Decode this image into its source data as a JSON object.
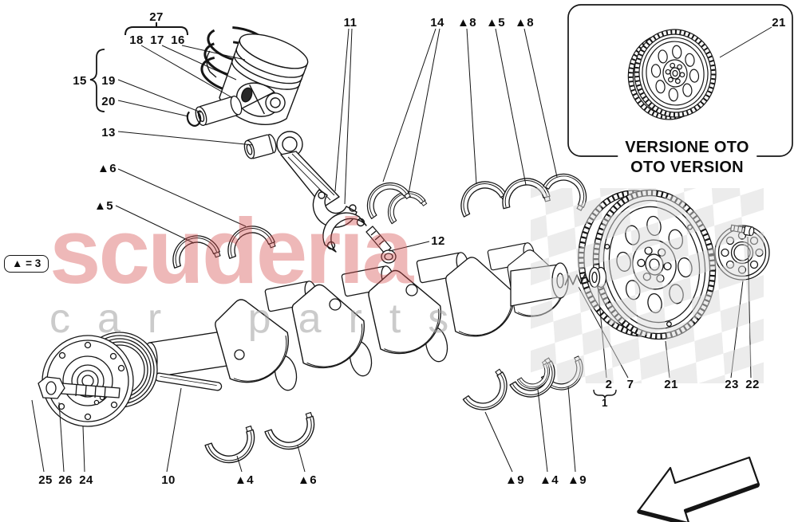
{
  "watermark": {
    "brand": "scuderia",
    "sub": "car parts",
    "red": "#d54e4e",
    "gray": "#a0a0a0"
  },
  "inset": {
    "line1": "VERSIONE OTO",
    "line2": "OTO VERSION",
    "callout": "21"
  },
  "legend": {
    "text": "▲ = 3"
  },
  "callouts": {
    "c27": "27",
    "c18": "18",
    "c17": "17",
    "c16": "16",
    "c15": "15",
    "c19": "19",
    "c20": "20",
    "c13": "13",
    "t6a": "▲6",
    "t5a": "▲5",
    "c11": "11",
    "c14": "14",
    "t8a": "▲8",
    "t5b": "▲5",
    "t8b": "▲8",
    "c12": "12",
    "c2": "2",
    "c7": "7",
    "c21m": "21",
    "c23": "23",
    "c22": "22",
    "c1": "1",
    "c25": "25",
    "c26": "26",
    "c24": "24",
    "c10": "10",
    "t4a": "▲4",
    "t6b": "▲6",
    "t9a": "▲9",
    "t4b": "▲4",
    "t9b": "▲9"
  },
  "colors": {
    "line": "#151515",
    "checker": "#d8d8d8"
  }
}
